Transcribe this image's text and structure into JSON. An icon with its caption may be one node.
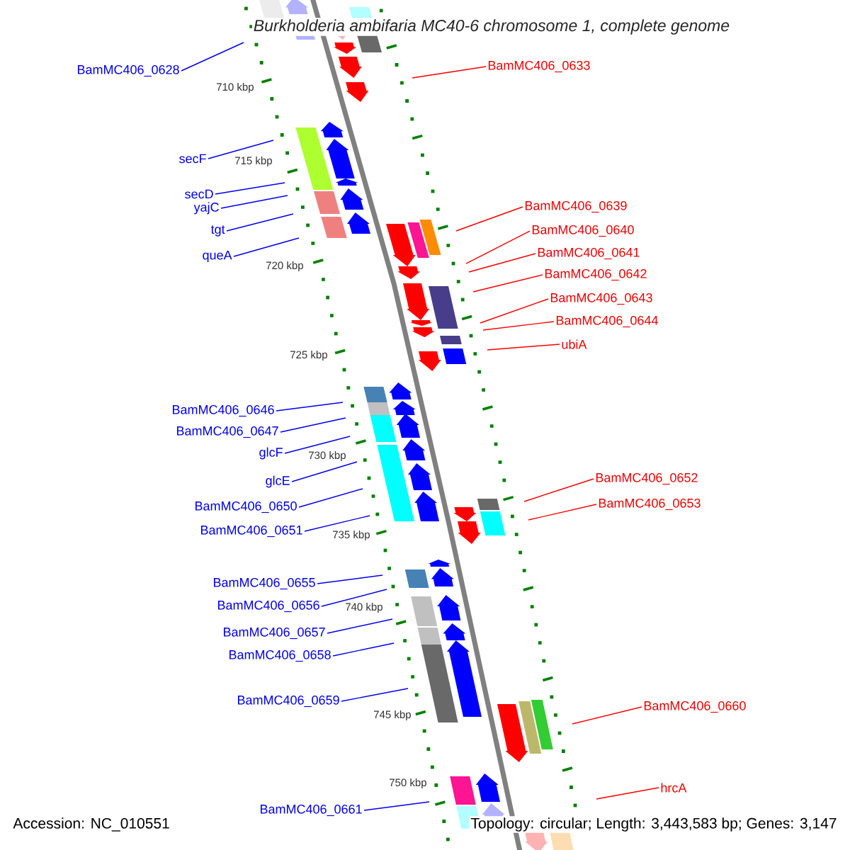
{
  "diagram": {
    "title": "Burkholderia ambifaria MC40-6 chromosome 1, complete genome",
    "nodes": [
      {
        "text": [
          "BamMC406_0633"
        ]
      },
      {
        "text": [
          "BamMC406_0628"
        ]
      },
      {
        "text": [
          "secF"
        ]
      },
      {
        "text": [
          "secD"
        ]
      },
      {
        "text": [
          "BamMC406_0639"
        ]
      },
      {
        "text": [
          "yajC"
        ]
      },
      {
        "text": [
          "BamMC406_0640"
        ]
      },
      {
        "text": [
          "tgt"
        ]
      },
      {
        "text": [
          "BamMC406_0641"
        ]
      },
      {
        "text": [
          "queA"
        ]
      },
      {
        "text": [
          "BamMC406_0642"
        ]
      },
      {
        "text": [
          "BamMC406_0643"
        ]
      },
      {
        "text": [
          "BamMC406_0644"
        ]
      },
      {
        "text": [
          "ubiA"
        ]
      },
      {
        "text": [
          "BamMC406_0646"
        ]
      },
      {
        "text": [
          "BamMC406_0647"
        ]
      },
      {
        "text": [
          "glcF"
        ]
      },
      {
        "text": [
          "BamMC406_0652"
        ]
      },
      {
        "text": [
          "glcE"
        ]
      },
      {
        "text": [
          "BamMC406_0653"
        ]
      },
      {
        "text": [
          "BamMC406_0650"
        ]
      },
      {
        "text": [
          "BamMC406_0651"
        ]
      },
      {
        "text": [
          "BamMC406_0655"
        ]
      },
      {
        "text": [
          "BamMC406_0656"
        ]
      },
      {
        "text": [
          "BamMC406_0657"
        ]
      },
      {
        "text": [
          "BamMC406_0658"
        ]
      },
      {
        "text": [
          "BamMC406_0659"
        ]
      },
      {
        "text": [
          "BamMC406_0660"
        ]
      },
      {
        "text": [
          "hrcA"
        ]
      },
      {
        "text": [
          "BamMC406_0661"
        ]
      }
    ],
    "edges": [
      {
        "from": 0,
        "to": null,
        "arrow": "none",
        "color": "#ff0000"
      },
      {
        "from": 1,
        "to": null,
        "arrow": "none"
      },
      {
        "from": 2,
        "to": null,
        "arrow": "none"
      },
      {
        "from": 3,
        "to": null,
        "arrow": "none"
      },
      {
        "from": 4,
        "to": null,
        "arrow": "none",
        "color": "#ff0000"
      },
      {
        "from": 5,
        "to": null,
        "arrow": "none"
      },
      {
        "from": 6,
        "to": null,
        "arrow": "none",
        "color": "#ff0000"
      },
      {
        "from": 7,
        "to": null,
        "arrow": "none"
      },
      {
        "from": 8,
        "to": null,
        "arrow": "none",
        "color": "#ff0000"
      },
      {
        "from": 9,
        "to": null,
        "arrow": "none"
      },
      {
        "from": 10,
        "to": null,
        "arrow": "none",
        "color": "#ff0000"
      },
      {
        "from": 11,
        "to": null,
        "arrow": "none",
        "color": "#ff0000"
      },
      {
        "from": 12,
        "to": null,
        "arrow": "none",
        "color": "#ff0000"
      },
      {
        "from": 13,
        "to": null,
        "arrow": "none",
        "color": "#ff0000"
      },
      {
        "from": 14,
        "to": null,
        "arrow": "none"
      },
      {
        "from": 15,
        "to": null,
        "arrow": "none"
      },
      {
        "from": 16,
        "to": null,
        "arrow": "none"
      },
      {
        "from": 17,
        "to": null,
        "arrow": "none",
        "color": "#ff0000"
      },
      {
        "from": 18,
        "to": null,
        "arrow": "none"
      },
      {
        "from": 19,
        "to": null,
        "arrow": "none",
        "color": "#ff0000"
      },
      {
        "from": 20,
        "to": null,
        "arrow": "none"
      },
      {
        "from": 21,
        "to": null,
        "arrow": "none"
      },
      {
        "from": 22,
        "to": null,
        "arrow": "none"
      },
      {
        "from": 23,
        "to": null,
        "arrow": "none"
      },
      {
        "from": 24,
        "to": null,
        "arrow": "none"
      },
      {
        "from": 25,
        "to": null,
        "arrow": "none"
      },
      {
        "from": 26,
        "to": null,
        "arrow": "none"
      },
      {
        "from": 27,
        "to": null,
        "arrow": "none",
        "color": "#ff0000"
      },
      {
        "from": 28,
        "to": null,
        "arrow": "none",
        "color": "#ff0000"
      },
      {
        "from": 29,
        "to": null,
        "arrow": "none"
      }
    ],
    "labels": [
      "710 kbp",
      "715 kbp",
      "720 kbp",
      "725 kbp",
      "730 kbp",
      "735 kbp",
      "740 kbp",
      "745 kbp",
      "750 kbp",
      "Accession: NC_010551",
      "Topology: circular; Length: 3,443,583 bp; Genes: 3,147"
    ]
  }
}
